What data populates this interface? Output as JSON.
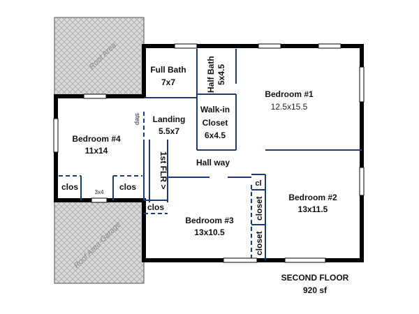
{
  "roof_areas": {
    "top": "Roof Area",
    "bottom": "Roof Area-Garage"
  },
  "rooms": {
    "full_bath": {
      "name": "Full Bath",
      "size": "7x7"
    },
    "half_bath": {
      "name": "Half Bath",
      "size": "5x4.5"
    },
    "bedroom_1": {
      "name": "Bedroom #1",
      "size": "12.5x15.5"
    },
    "walk_in_closet": {
      "name1": "Walk-in",
      "name2": "Closet",
      "size": "6x4.5"
    },
    "landing": {
      "name": "Landing",
      "size": "5.5x7"
    },
    "bedroom_4": {
      "name": "Bedroom #4",
      "size": "11x14"
    },
    "hallway": {
      "name": "Hall way"
    },
    "bedroom_2": {
      "name": "Bedroom #2",
      "size": "13x11.5"
    },
    "bedroom_3": {
      "name": "Bedroom #3",
      "size": "13x10.5"
    }
  },
  "labels": {
    "step": "step",
    "first_floor": "1st FLR >",
    "clos_left": "clos",
    "clos_mid": "clos",
    "clos_lower": "clos",
    "dim_3x4": "3x4",
    "cl": "cl",
    "closet_upper": "closet",
    "closet_lower": "closet"
  },
  "footer": {
    "floor": "SECOND FLOOR",
    "area": "920 sf"
  },
  "colors": {
    "walls": "#000000",
    "interior_lines": "#1a3a78",
    "roof_hatch": "#bdbdbd"
  }
}
